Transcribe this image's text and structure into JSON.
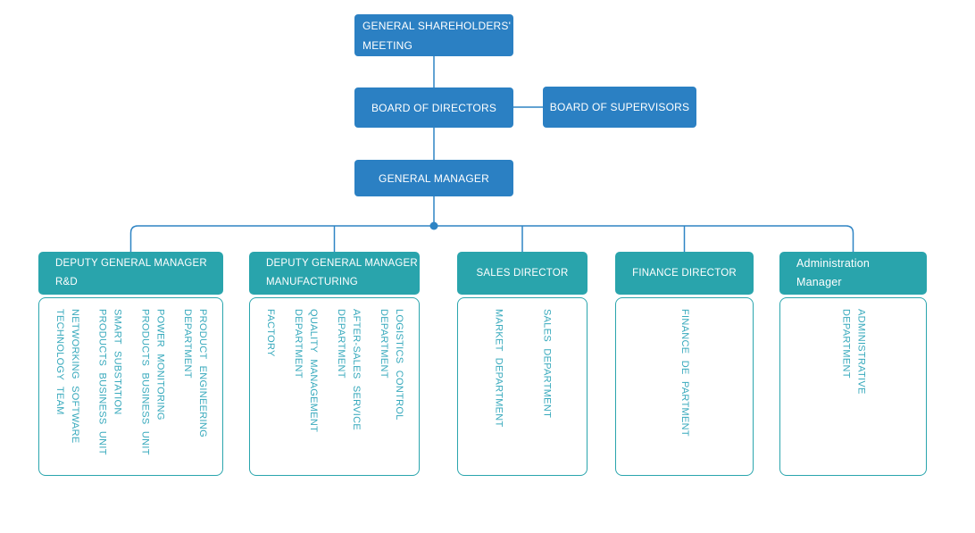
{
  "colors": {
    "node_blue": "#2B80C3",
    "connector_blue": "#2E84C4",
    "header_teal": "#29A4AC",
    "item_text_teal": "#37A9BC"
  },
  "top_nodes": {
    "shareholders": "GENERAL SHAREHOLDERS'\nMEETING",
    "board_of_directors": "BOARD OF DIRECTORS",
    "board_of_supervisors": "BOARD OF SUPERVISORS",
    "general_manager": "GENERAL MANAGER"
  },
  "columns": [
    {
      "header": "DEPUTY GENERAL MANAGER\nR&D",
      "items": [
        "NETWORKING SOFTWARE\nTECHNOLOGY TEAM",
        "SMART SUBSTATION\nPRODUCTS BUSINESS UNIT",
        "POWER MONITORING\nPRODUCTS BUSINESS UNIT",
        "PRODUCT ENGINEERING\nDEPARTMENT"
      ]
    },
    {
      "header": "DEPUTY GENERAL MANAGER\nMANUFACTURING",
      "items": [
        "FACTORY",
        "QUALITY MANAGEMENT\nDEPARTMENT",
        "AFTER-SALES SERVICE\nDEPARTMENT",
        "LOGISTICS CONTROL\nDEPARTMENT"
      ]
    },
    {
      "header": "SALES DIRECTOR",
      "items": [
        "MARKET DEPARTMENT",
        "SALES DEPARTMENT"
      ]
    },
    {
      "header": "FINANCE DIRECTOR",
      "items": [
        "FINANCE DE PARTMENT"
      ]
    },
    {
      "header": "Administration\nManager",
      "items": [
        "ADMINISTRATIVE\nDEPARTMENT"
      ]
    }
  ]
}
